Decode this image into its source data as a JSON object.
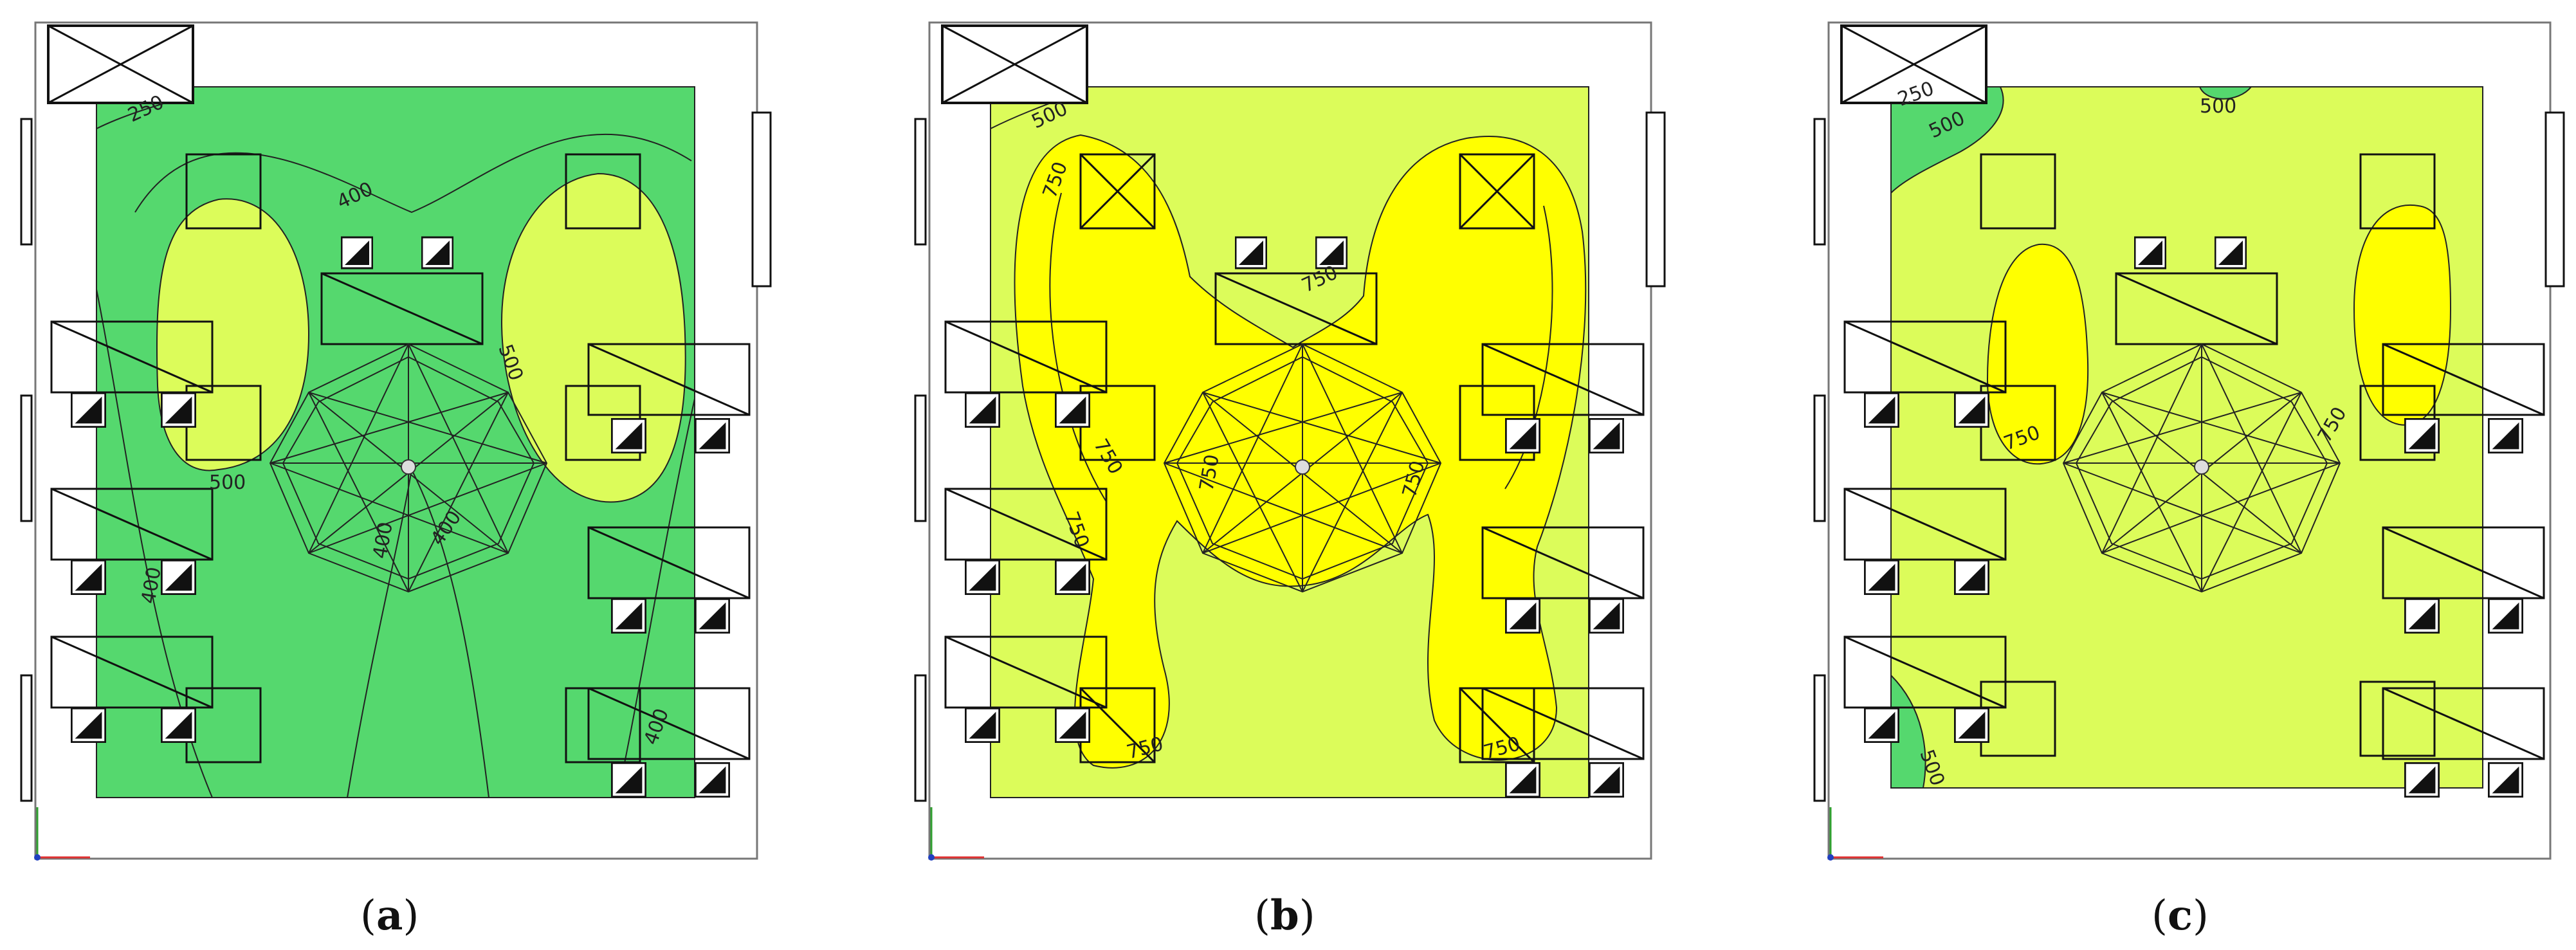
{
  "colors": {
    "background": "#ffffff",
    "room_border": "#777777",
    "level_250": "#55d86e",
    "level_500": "#dcfc5a",
    "level_750": "#ffff00",
    "line": "#222222",
    "axis_x": "#e03030",
    "axis_y": "#30a030"
  },
  "panels": [
    {
      "id": "a",
      "caption_open": "(",
      "caption_letter": "a",
      "caption_close": ")",
      "base_level": "level_250",
      "labels": [
        "250",
        "400",
        "500",
        "500",
        "400",
        "400",
        "400",
        "400"
      ]
    },
    {
      "id": "b",
      "caption_open": "(",
      "caption_letter": "b",
      "caption_close": ")",
      "base_level": "level_500",
      "labels": [
        "500",
        "750",
        "750",
        "750",
        "750",
        "750",
        "750",
        "750",
        "750"
      ]
    },
    {
      "id": "c",
      "caption_open": "(",
      "caption_letter": "c",
      "caption_close": ")",
      "base_level": "level_500",
      "labels": [
        "250",
        "500",
        "500",
        "750",
        "750",
        "500"
      ]
    }
  ]
}
